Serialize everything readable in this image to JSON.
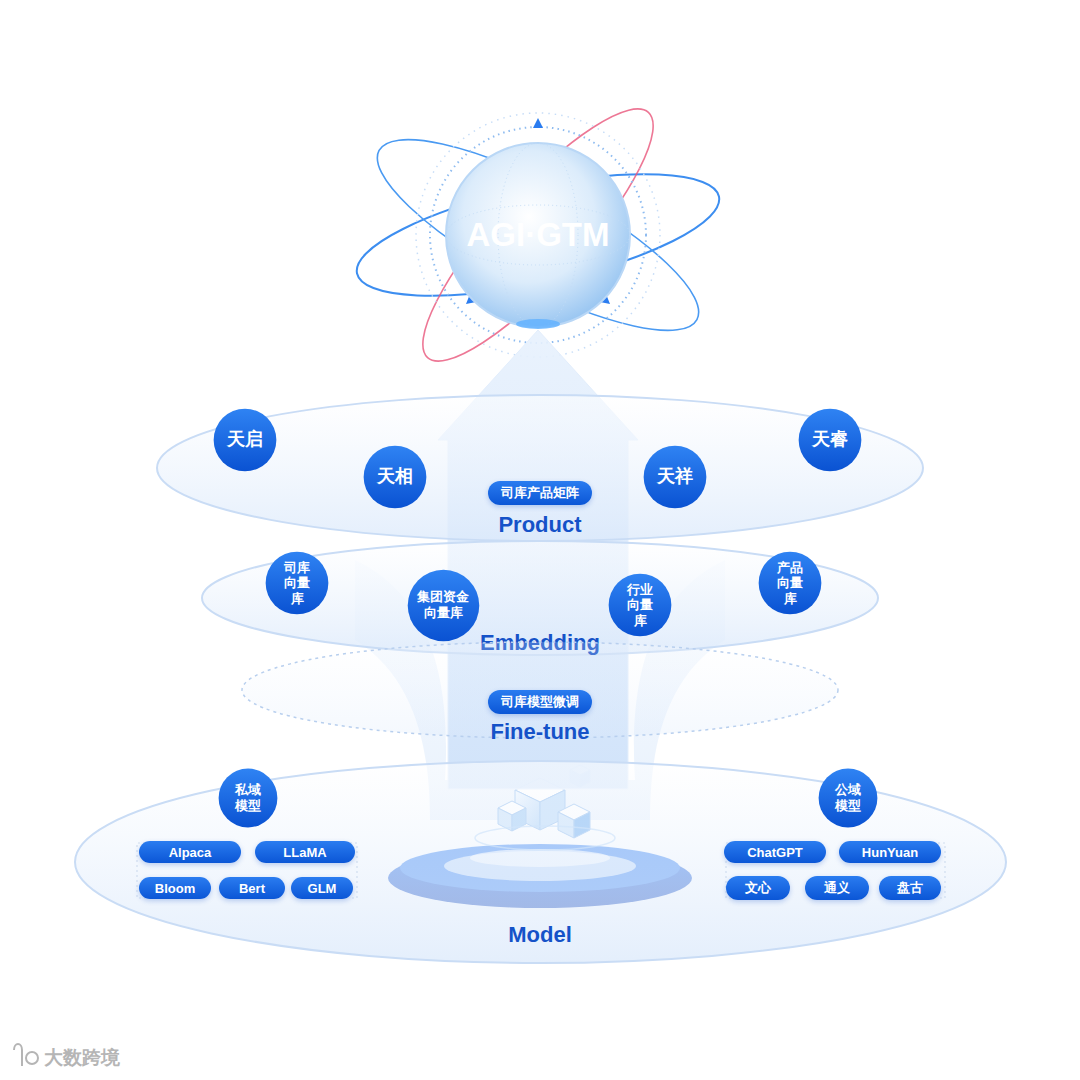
{
  "diagram": {
    "nodes": [
      {
        "text": [
          "AGI·GTM"
        ]
      },
      {
        "text": [
          "Product"
        ]
      },
      {
        "text": [
          "天启"
        ],
        "in": 1
      },
      {
        "text": [
          "天相"
        ],
        "in": 1
      },
      {
        "text": [
          "天祥"
        ],
        "in": 1
      },
      {
        "text": [
          "天睿"
        ],
        "in": 1
      },
      {
        "text": [
          "司库产品矩阵"
        ],
        "in": 1
      },
      {
        "text": [
          "Embedding"
        ]
      },
      {
        "text": [
          "司库向量库"
        ],
        "in": 7
      },
      {
        "text": [
          "集团资金向量库"
        ],
        "in": 7
      },
      {
        "text": [
          "行业向量库"
        ],
        "in": 7
      },
      {
        "text": [
          "产品向量库"
        ],
        "in": 7
      },
      {
        "text": [
          "Fine-tune"
        ]
      },
      {
        "text": [
          "司库模型微调"
        ],
        "in": 12
      },
      {
        "text": [
          "Model"
        ]
      },
      {
        "text": [
          "私域模型"
        ],
        "in": 14
      },
      {
        "text": [
          "Alpaca"
        ],
        "in": 14
      },
      {
        "text": [
          "LLaMA"
        ],
        "in": 14
      },
      {
        "text": [
          "Bloom"
        ],
        "in": 14
      },
      {
        "text": [
          "Bert"
        ],
        "in": 14
      },
      {
        "text": [
          "GLM"
        ],
        "in": 14
      },
      {
        "text": [
          "公域模型"
        ],
        "in": 14
      },
      {
        "text": [
          "ChatGPT"
        ],
        "in": 14
      },
      {
        "text": [
          "HunYuan"
        ],
        "in": 14
      },
      {
        "text": [
          "文心"
        ],
        "in": 14
      },
      {
        "text": [
          "通义"
        ],
        "in": 14
      },
      {
        "text": [
          "盘古"
        ],
        "in": 14
      }
    ],
    "edges": [
      {
        "from": 14,
        "to": 0,
        "arrow": "to"
      }
    ],
    "labels": [
      "大数跨境"
    ]
  }
}
